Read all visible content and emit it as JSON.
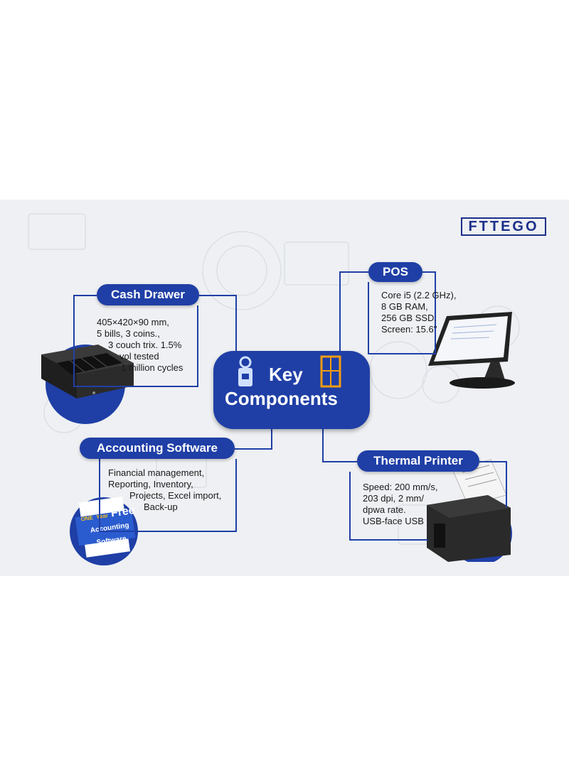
{
  "brand": {
    "logo_text": "FTTEGO"
  },
  "center": {
    "line1": "Key",
    "line2": "Components"
  },
  "cash_drawer": {
    "title": "Cash Drawer",
    "specs": [
      "405×420×90 mm,",
      "5 bills, 3 coins.,",
      "3 couch trix. 1.5%",
      "vol tested",
      "1 million cycles"
    ]
  },
  "pos": {
    "title": "POS",
    "specs": [
      "Core i5 (2.2 GHz),",
      "8 GB RAM,",
      "256 GB SSD.",
      "Screen: 15.6\""
    ]
  },
  "accounting": {
    "title": "Accounting Software",
    "specs": [
      "Financial management,",
      "Reporting, Inventory,",
      "Projects, Excel import,",
      "Back-up"
    ],
    "badge_line1": "ONE",
    "badge_line2": "Year",
    "badge_free": "Free",
    "badge_line3": "Accounting",
    "badge_line4": "Software"
  },
  "printer": {
    "title": "Thermal Printer",
    "specs": [
      "Speed: 200 mm/s,",
      "203 dpi, 2 mm/",
      "dpwa rate.",
      "USB-face USB"
    ]
  },
  "colors": {
    "primary": "#1f3fa6",
    "line": "#1f3fa6",
    "accent": "#f39c12",
    "panel": "#eef0f3"
  }
}
